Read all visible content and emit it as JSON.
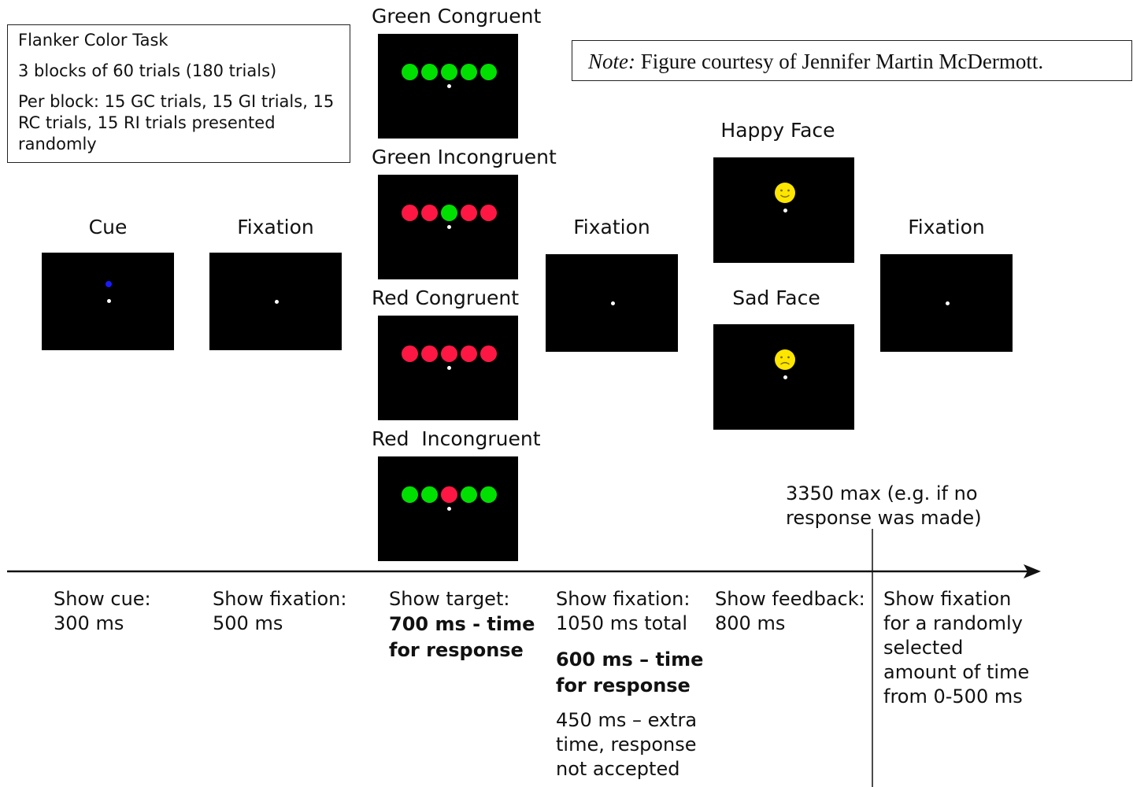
{
  "info_box": {
    "title": "Flanker Color Task",
    "line2": "3 blocks of 60 trials (180 trials)",
    "line3a": "Per block: 15 GC trials, 15 GI trials, 15",
    "line3b": "RC trials, 15 RI trials presented",
    "line3c": "randomly"
  },
  "note": {
    "prefix": "Note:",
    "text": " Figure courtesy of Jennifer Martin McDermott."
  },
  "labels": {
    "cue": "Cue",
    "fixation1": "Fixation",
    "green_congruent": "Green Congruent",
    "green_incongruent": "Green Incongruent",
    "red_congruent": "Red Congruent",
    "red_incongruent": "Red  Incongruent",
    "fixation2": "Fixation",
    "happy_face": "Happy Face",
    "sad_face": "Sad Face",
    "fixation3": "Fixation"
  },
  "max_note": {
    "line1": "3350 max (e.g. if no",
    "line2": "response was made)"
  },
  "timeline": {
    "cue": [
      "Show cue:",
      "300 ms"
    ],
    "fixation": [
      "Show fixation:",
      "500 ms"
    ],
    "target": {
      "line1": "Show target:",
      "bold1": "700 ms - time",
      "bold2": "for response"
    },
    "fixation2": {
      "line1": "Show fixation:",
      "line2": "1050 ms total",
      "bold1": "600 ms – time",
      "bold2": "for response",
      "line3": "450 ms – extra",
      "line4": "time, response",
      "line5": "not accepted"
    },
    "feedback": [
      "Show feedback:",
      "800 ms"
    ],
    "fixation3": [
      "Show fixation",
      "for a randomly",
      "selected",
      "amount of time",
      "from 0-500 ms"
    ]
  },
  "colors": {
    "green": "#00e000",
    "red": "#ff1744",
    "blue": "#1a1aff",
    "face": "#ffe600"
  }
}
